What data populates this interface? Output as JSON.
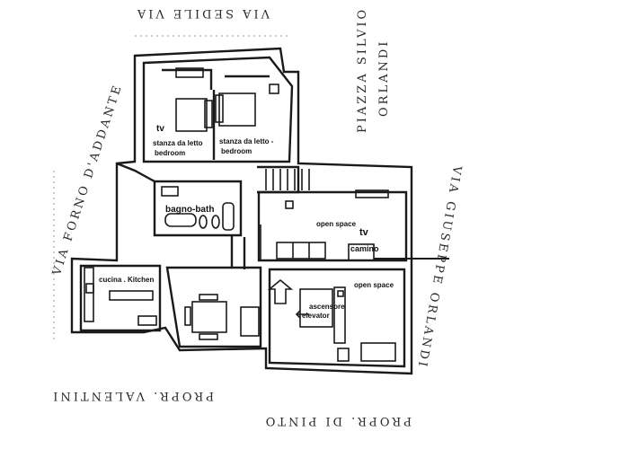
{
  "streets": {
    "top": "VIA SEDILE VIA",
    "top_right_1": "PIAZZA SILVIO",
    "top_right_2": "ORLANDI",
    "left": "VIA FORNO D'ADDANTE",
    "right": "VIA GIUSEPPE ORLANDI",
    "bottom_left": "PROPR. VALENTINI",
    "bottom_right": "PROPR. DI PINTO"
  },
  "rooms": {
    "tv_bedroom": "tv",
    "bedroom_left_1": "stanza da letto",
    "bedroom_left_2": "bedroom",
    "bedroom_right_1": "stanza da letto -",
    "bedroom_right_2": "bedroom",
    "bath": "bagno-bath",
    "open_space_top": "open space",
    "tv_living": "tv",
    "fireplace": "camino",
    "kitchen": "cucina . Kitchen",
    "elevator_1": "ascensore",
    "elevator_2": "elevator",
    "open_space_bottom": "open space"
  },
  "colors": {
    "line": "#1a1a1a",
    "paper": "#ffffff",
    "wall_fill": "#f4f4f4"
  }
}
